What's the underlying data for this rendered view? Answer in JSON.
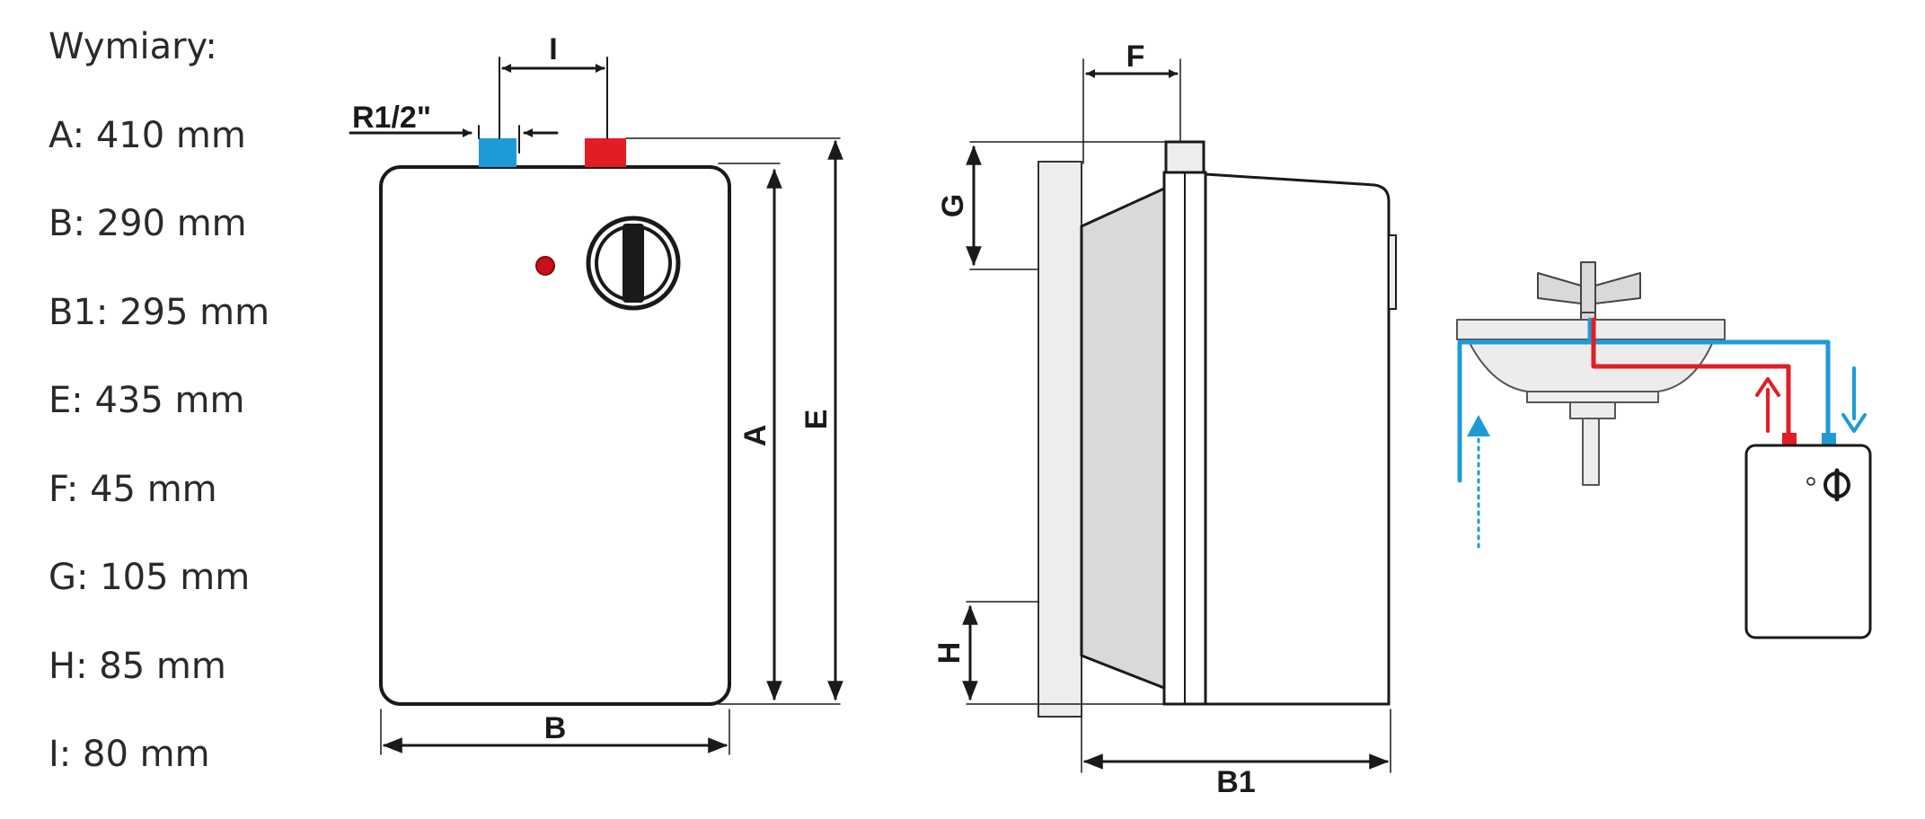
{
  "spec_list": {
    "heading": "Wymiary:",
    "items": [
      "A: 410 mm",
      "B: 290 mm",
      "B1: 295 mm",
      "E: 435 mm",
      "F: 45 mm",
      "G: 105 mm",
      "H: 85 mm",
      "I: 80 mm"
    ]
  },
  "front_view": {
    "labels": {
      "connection": "R1/2\"",
      "spacing": "I",
      "height_a": "A",
      "height_e": "E",
      "width_b": "B"
    }
  },
  "side_view": {
    "labels": {
      "depth_f": "F",
      "offset_g": "G",
      "offset_h": "H",
      "width_b1": "B1"
    }
  },
  "colors": {
    "line": "#1a1a1a",
    "cold_water": "#1e9bd7",
    "hot_water": "#e21d24",
    "panel_gray": "#ededed",
    "inner_gray": "#d9d9d9"
  }
}
